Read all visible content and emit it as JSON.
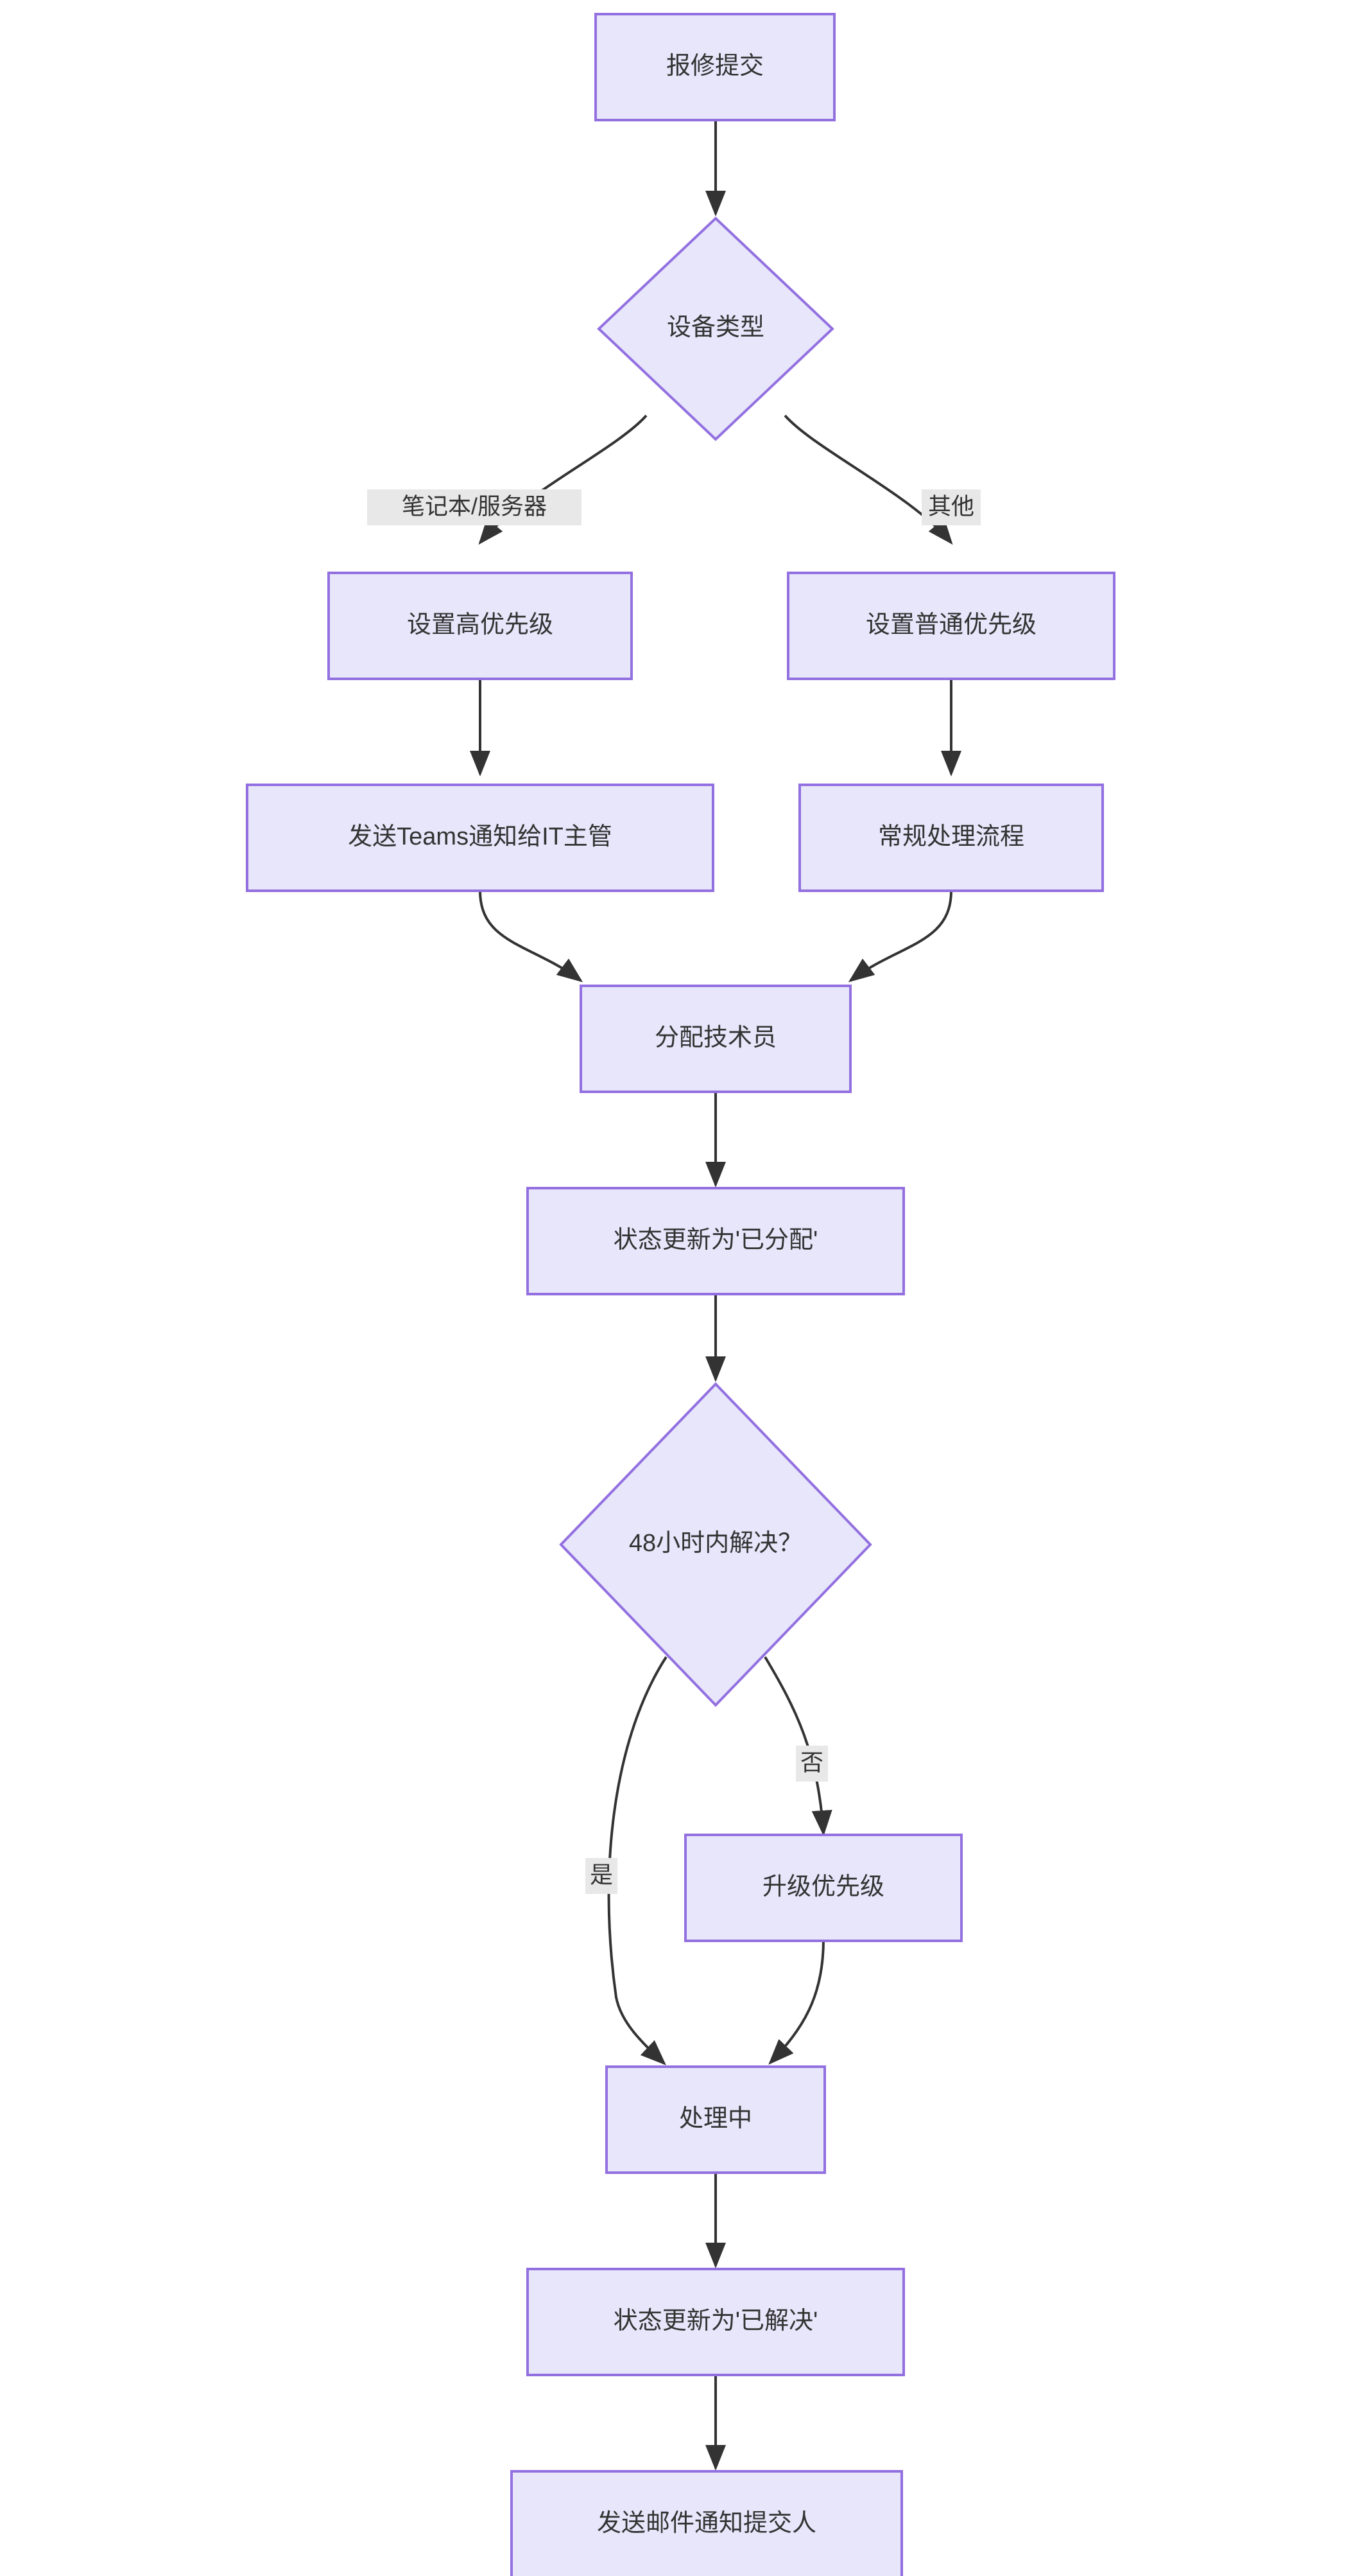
{
  "diagram": {
    "type": "flowchart",
    "direction": "top-to-bottom",
    "title": "",
    "theme": {
      "node_fill": "#e7e6fb",
      "node_stroke": "#9370e0",
      "edge_stroke": "#333333",
      "text_color": "#333333",
      "edge_label_bg": "#e8e8e8",
      "background": "#ffffff"
    },
    "nodes": [
      {
        "id": "n1",
        "label": "报修提交",
        "shape": "rect"
      },
      {
        "id": "n2",
        "label": "设备类型",
        "shape": "diamond"
      },
      {
        "id": "n3",
        "label": "设置高优先级",
        "shape": "rect"
      },
      {
        "id": "n4",
        "label": "设置普通优先级",
        "shape": "rect"
      },
      {
        "id": "n5",
        "label": "发送Teams通知给IT主管",
        "shape": "rect"
      },
      {
        "id": "n6",
        "label": "常规处理流程",
        "shape": "rect"
      },
      {
        "id": "n7",
        "label": "分配技术员",
        "shape": "rect"
      },
      {
        "id": "n8",
        "label": "状态更新为'已分配'",
        "shape": "rect"
      },
      {
        "id": "n9",
        "label": "48小时内解决？",
        "shape": "diamond"
      },
      {
        "id": "n10",
        "label": "升级优先级",
        "shape": "rect"
      },
      {
        "id": "n11",
        "label": "处理中",
        "shape": "rect"
      },
      {
        "id": "n12",
        "label": "状态更新为'已解决'",
        "shape": "rect"
      },
      {
        "id": "n13",
        "label": "发送邮件通知提交人",
        "shape": "rect"
      }
    ],
    "edges": [
      {
        "from": "n1",
        "to": "n2",
        "label": ""
      },
      {
        "from": "n2",
        "to": "n3",
        "label": "笔记本/服务器"
      },
      {
        "from": "n2",
        "to": "n4",
        "label": "其他"
      },
      {
        "from": "n3",
        "to": "n5",
        "label": ""
      },
      {
        "from": "n4",
        "to": "n6",
        "label": ""
      },
      {
        "from": "n5",
        "to": "n7",
        "label": ""
      },
      {
        "from": "n6",
        "to": "n7",
        "label": ""
      },
      {
        "from": "n7",
        "to": "n8",
        "label": ""
      },
      {
        "from": "n8",
        "to": "n9",
        "label": ""
      },
      {
        "from": "n9",
        "to": "n11",
        "label": "是"
      },
      {
        "from": "n9",
        "to": "n10",
        "label": "否"
      },
      {
        "from": "n10",
        "to": "n11",
        "label": ""
      },
      {
        "from": "n11",
        "to": "n12",
        "label": ""
      },
      {
        "from": "n12",
        "to": "n13",
        "label": ""
      }
    ]
  }
}
